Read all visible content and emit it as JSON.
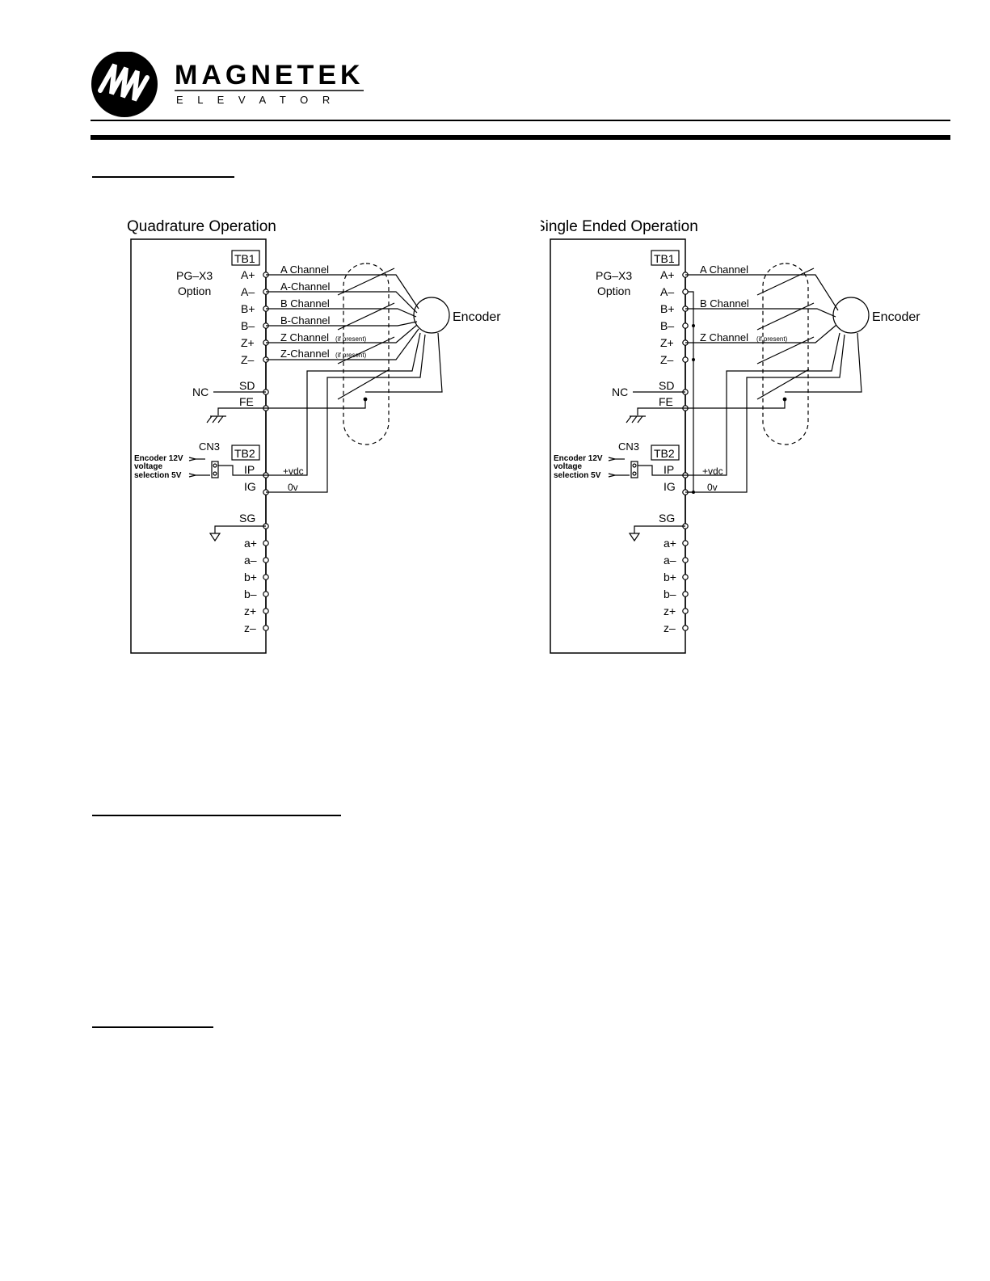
{
  "header": {
    "brand_name": "MAGNETEK",
    "brand_sub": "E L E V A T O R"
  },
  "diagrams": {
    "quadrature": {
      "title": "Quadrature Operation",
      "channels": [
        "A Channel",
        "A-Channel",
        "B Channel",
        "B-Channel",
        "Z Channel",
        "Z-Channel"
      ],
      "if_present": "(if present)"
    },
    "single": {
      "title": "Single Ended Operation",
      "channels": [
        "A Channel",
        "B Channel",
        "Z Channel"
      ],
      "if_present": "(if present)"
    },
    "common": {
      "tb1": "TB1",
      "tb2": "TB2",
      "option_line1": "PG–X3",
      "option_line2": "Option",
      "encoder": "Encoder",
      "nc": "NC",
      "cn3": "CN3",
      "enc_12v": "Encoder 12V",
      "voltage": "voltage",
      "selection_5v": "selection 5V",
      "vdc": "+vdc",
      "zero_v": "0v",
      "terminals_tb1": [
        "A+",
        "A–",
        "B+",
        "B–",
        "Z+",
        "Z–"
      ],
      "terminal_sd": "SD",
      "terminal_fe": "FE",
      "terminal_ip": "IP",
      "terminal_ig": "IG",
      "terminal_sg": "SG",
      "terminals_out": [
        "a+",
        "a–",
        "b+",
        "b–",
        "z+",
        "z–"
      ]
    }
  }
}
